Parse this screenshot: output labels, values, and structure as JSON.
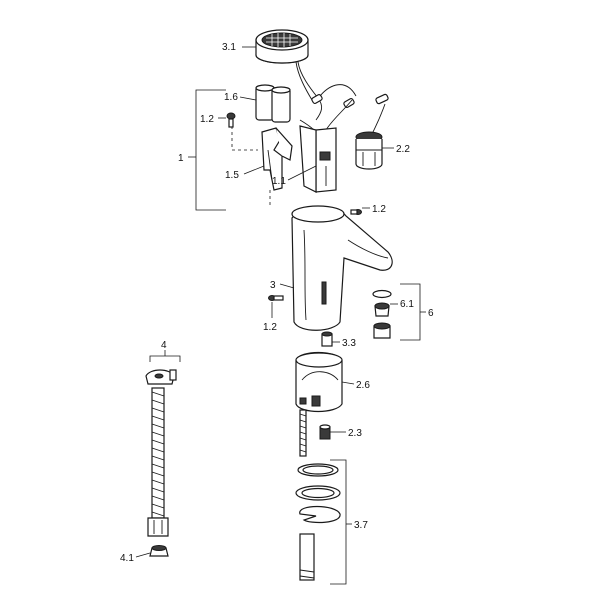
{
  "callouts": {
    "c3_1": "3.1",
    "c1_6": "1.6",
    "c1_2_top": "1.2",
    "c1": "1",
    "c1_5": "1.5",
    "c1_1": "1.1",
    "c2_2": "2.2",
    "c1_2_mid": "1.2",
    "c3": "3",
    "c6_1": "6.1",
    "c6": "6",
    "c1_2_low": "1.2",
    "c3_3": "3.3",
    "c4": "4",
    "c2_6": "2.6",
    "c2_3": "2.3",
    "c3_7": "3.7",
    "c4_1": "4.1"
  }
}
